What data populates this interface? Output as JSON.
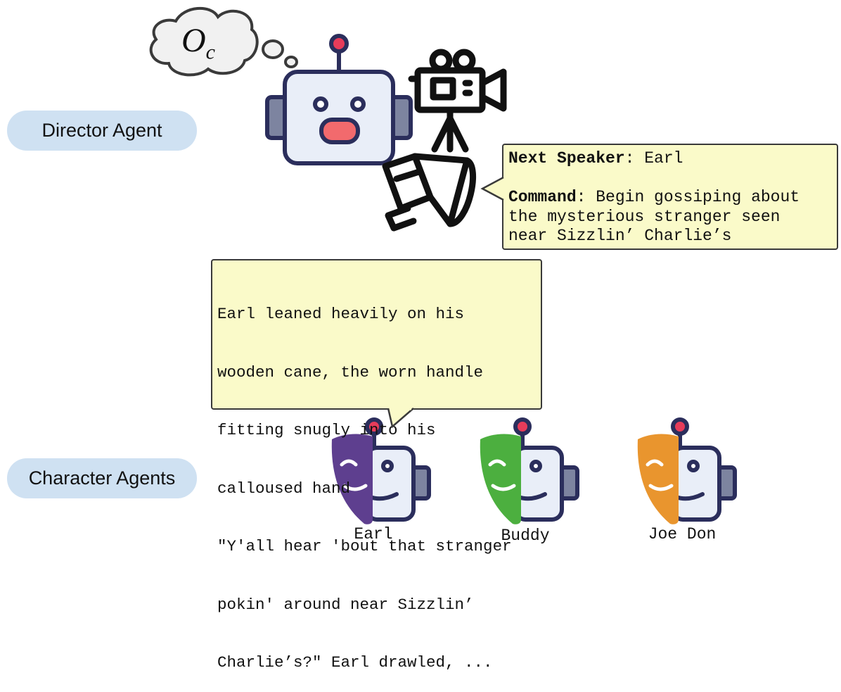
{
  "labels": {
    "director": "Director Agent",
    "characters": "Character Agents"
  },
  "thought": {
    "symbol": "O",
    "subscript": "c"
  },
  "director_bubble": {
    "speaker_key": "Next Speaker",
    "speaker_value": "Earl",
    "command_key": "Command",
    "command_lines": [
      "Begin gossiping about",
      "the mysterious stranger seen",
      "near Sizzlin’ Charlie’s"
    ]
  },
  "earl_bubble": {
    "lines": [
      "Earl leaned heavily on his",
      "wooden cane, the worn handle",
      "fitting snugly into his",
      "calloused hand",
      "\"Y'all hear 'bout that stranger",
      "pokin' around near Sizzlin’",
      "Charlie’s?\" Earl drawled, ..."
    ]
  },
  "characters": [
    {
      "name": "Earl",
      "mask_color": "#5e3f8f"
    },
    {
      "name": "Buddy",
      "mask_color": "#4caf3f"
    },
    {
      "name": "Joe Don",
      "mask_color": "#e9952e"
    }
  ],
  "colors": {
    "pill": "#cfe1f2",
    "bubble_fill": "#fafac9",
    "robot_outline": "#2b2e5c",
    "robot_face": "#e9eef8",
    "robot_ear": "#7d84a0",
    "antenna_tip": "#e73c5a",
    "mouth": "#f26a6d"
  }
}
